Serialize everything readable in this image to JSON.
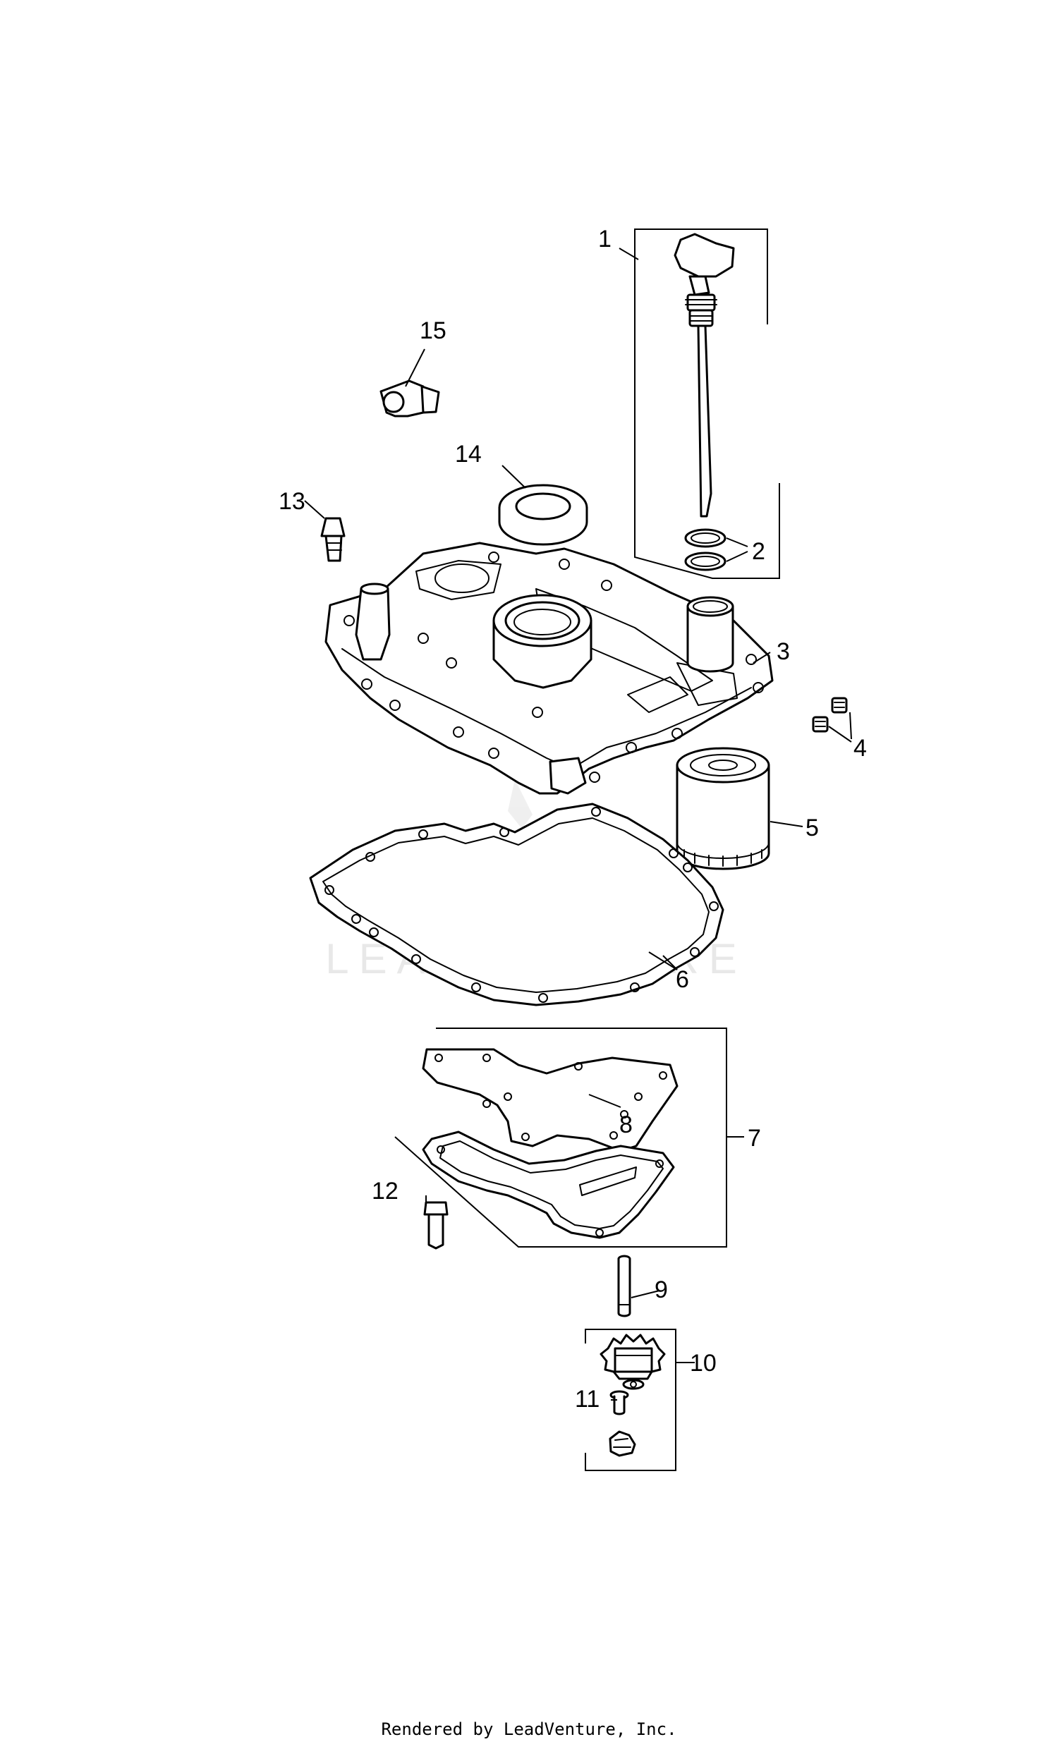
{
  "diagram": {
    "callouts": [
      "1",
      "2",
      "3",
      "4",
      "5",
      "6",
      "7",
      "8",
      "9",
      "10",
      "11",
      "12",
      "13",
      "14",
      "15"
    ],
    "watermark": "LEADVENTURE",
    "footer": "Rendered by LeadVenture, Inc."
  }
}
